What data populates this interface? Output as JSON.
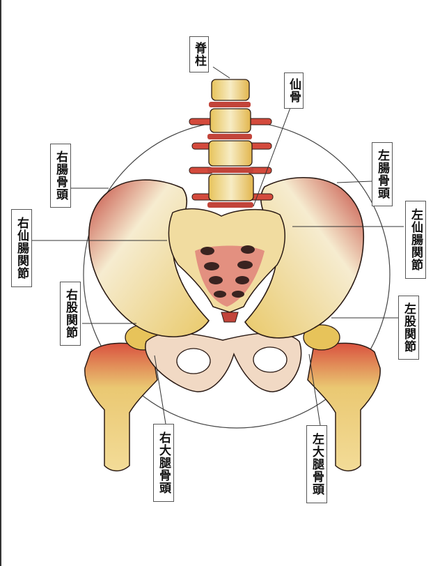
{
  "labels": {
    "spine": "脊柱",
    "sacrum": "仙骨",
    "right_ilium": "右腸骨頭",
    "left_ilium": "左腸骨頭",
    "right_sacroiliac": "右仙腸関節",
    "left_sacroiliac": "左仙腸関節",
    "right_hip": "右股関節",
    "left_hip": "左股関節",
    "right_femoral_head": "右大腿骨頭",
    "left_femoral_head": "左大腿骨頭"
  },
  "colors": {
    "bone_light": "#f3e7b8",
    "bone_yellow": "#e8c65a",
    "bone_red": "#c2443a",
    "outline": "#2a1a14",
    "circle": "#444444"
  }
}
